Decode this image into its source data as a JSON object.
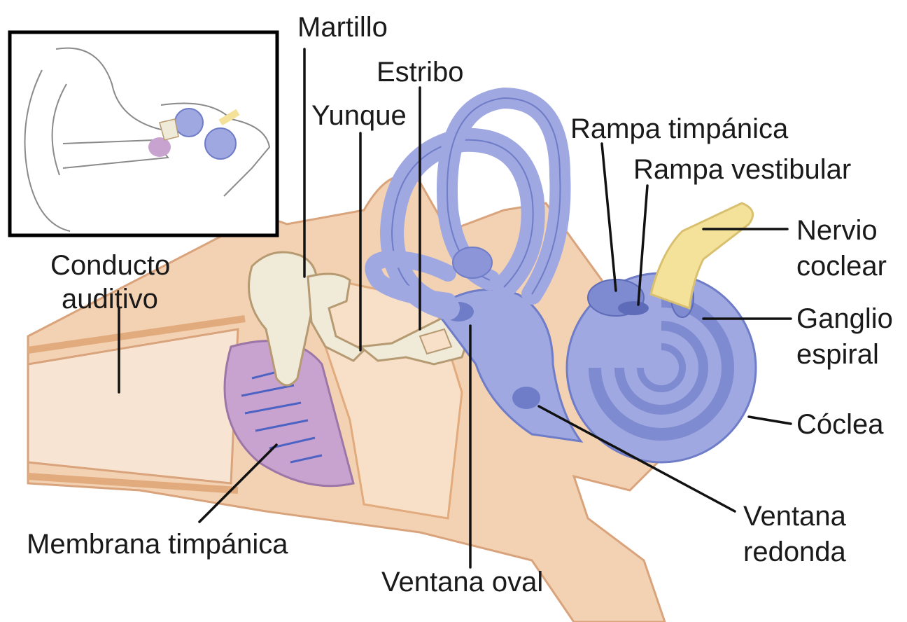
{
  "labels": {
    "martillo": "Martillo",
    "estribo": "Estribo",
    "yunque": "Yunque",
    "rampa_timpanica": "Rampa timpánica",
    "rampa_vestibular": "Rampa vestibular",
    "nervio_coclear_1": "Nervio",
    "nervio_coclear_2": "coclear",
    "ganglio_espiral_1": "Ganglio",
    "ganglio_espiral_2": "espiral",
    "coclea": "Cóclea",
    "ventana_redonda_1": "Ventana",
    "ventana_redonda_2": "redonda",
    "ventana_oval": "Ventana oval",
    "membrana_timpanica": "Membrana timpánica",
    "conducto_auditivo_1": "Conducto",
    "conducto_auditivo_2": "auditivo"
  },
  "colors": {
    "tissue": "#f3d2b3",
    "tissue_dark": "#e2ab7e",
    "canal": "#f8e4d2",
    "bone": "#f0ead8",
    "labyrinth": "#9fa8e0",
    "labyrinth_dark": "#6f7cc8",
    "membrane": "#c9a3cf",
    "nerve": "#f5e29a",
    "leader": "#111111"
  }
}
